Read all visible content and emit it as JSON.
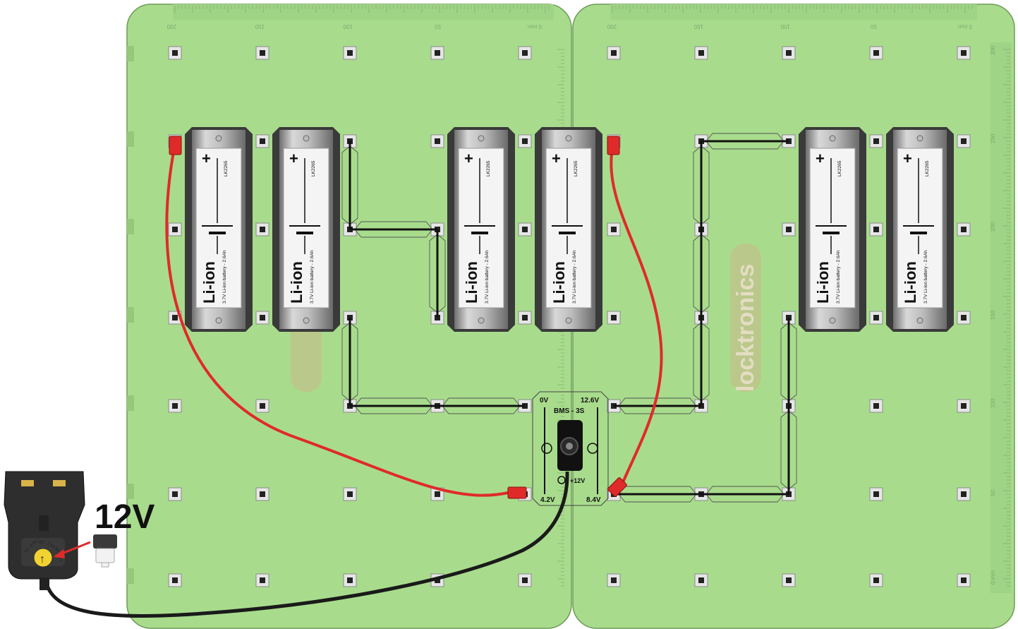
{
  "boards": {
    "left_ruler_ticks": [
      "200",
      "150",
      "100",
      "50",
      "0 mm"
    ],
    "right_ruler_ticks": [
      "200",
      "150",
      "100",
      "50",
      "0 mm"
    ],
    "vertical_ruler_ticks": [
      "300",
      "250",
      "200",
      "150",
      "100",
      "50",
      "0 mm"
    ],
    "watermark": "locktronics",
    "board_color": "#a8dc8c"
  },
  "batteries": [
    {
      "chem": "Li-ion",
      "spec": "3.7V Li-ion battery - 2.6Ah",
      "code": "LK2265",
      "plus": "+"
    },
    {
      "chem": "Li-ion",
      "spec": "3.7V Li-ion battery - 2.6Ah",
      "code": "LK2265",
      "plus": "+"
    },
    {
      "chem": "Li-ion",
      "spec": "3.7V Li-ion battery - 2.6Ah",
      "code": "LK2265",
      "plus": "+"
    },
    {
      "chem": "Li-ion",
      "spec": "3.7V Li-ion battery - 2.6Ah",
      "code": "LK2265",
      "plus": "+"
    },
    {
      "chem": "Li-ion",
      "spec": "3.7V Li-ion battery - 2.6Ah",
      "code": "LK2265",
      "plus": "+"
    },
    {
      "chem": "Li-ion",
      "spec": "3.7V Li-ion battery - 2.6Ah",
      "code": "LK2265",
      "plus": "+"
    }
  ],
  "bms": {
    "title": "BMS - 3S",
    "tl": "0V",
    "tr": "12.6V",
    "bl": "4.2V",
    "br": "8.4V",
    "jack": "+12V"
  },
  "adapter": {
    "voltage_label": "12V",
    "dial_options": [
      "3V",
      "4.5V",
      "6V",
      "7.5V",
      "9V",
      "12V"
    ]
  },
  "colors": {
    "lead_red": "#e02a2a",
    "cable": "#1a1a1a"
  }
}
